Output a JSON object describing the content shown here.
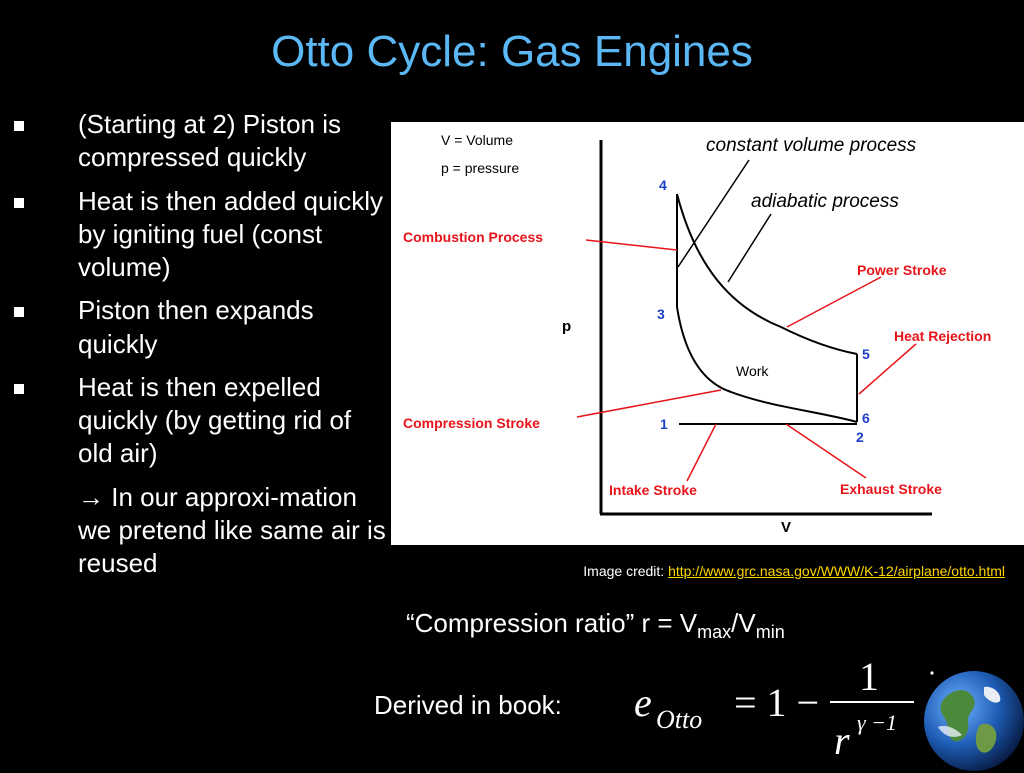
{
  "slide": {
    "title": "Otto Cycle: Gas Engines"
  },
  "bullets": [
    {
      "text": "(Starting at 2) Piston is compressed quickly"
    },
    {
      "text": "Heat is then added quickly by igniting fuel (const volume)"
    },
    {
      "text": "Piston then expands quickly"
    },
    {
      "text": "Heat is then expelled quickly (by getting rid of old air)"
    }
  ],
  "sub_bullet": {
    "text": "→ In our approxi-mation we pretend like same air is reused"
  },
  "diagram": {
    "legend_volume": "V = Volume",
    "legend_pressure": "p = pressure",
    "axis_y": "p",
    "axis_x": "V",
    "points": {
      "p1": "1",
      "p2": "2",
      "p3": "3",
      "p4": "4",
      "p5": "5",
      "p6": "6"
    },
    "work": "Work",
    "labels": {
      "constant_volume": "constant volume  process",
      "adiabatic": "adiabatic  process",
      "combustion": "Combustion  Process",
      "power_stroke": "Power Stroke",
      "heat_rejection": "Heat  Rejection",
      "compression_stroke": "Compression  Stroke",
      "intake_stroke": "Intake  Stroke",
      "exhaust_stroke": "Exhaust  Stroke"
    },
    "colors": {
      "annotation_red": "#e8141a",
      "black": "#000000"
    }
  },
  "credit": {
    "prefix": "Image credit: ",
    "url": "http://www.grc.nasa.gov/WWW/K-12/airplane/otto.html"
  },
  "ratio": {
    "text": "“Compression ratio” r = V",
    "sub_max": "max",
    "slash": "/V",
    "sub_min": "min"
  },
  "derived": {
    "label": "Derived in book:",
    "e": "e",
    "e_sub": "Otto",
    "equals_one_minus": "= 1 −",
    "numerator": "1",
    "r": "r",
    "exponent": "γ −1"
  },
  "colors": {
    "background": "#000000",
    "title": "#5bb8f5",
    "text": "#ffffff",
    "link": "#ffd700"
  }
}
